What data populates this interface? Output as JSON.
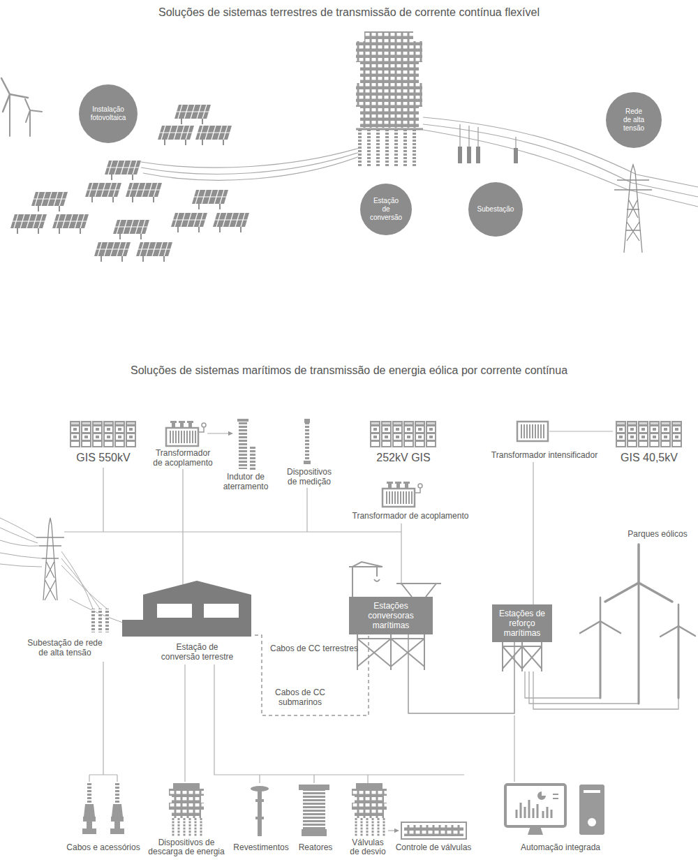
{
  "diagram": {
    "title": "Soluções de sistemas terrestres de transmissão de corrente contínua flexível",
    "nodes": [
      {
        "text": [
          "Instalação fotovoltaica"
        ]
      },
      {
        "text": [
          "Estação de conversão"
        ]
      },
      {
        "text": [
          "Subestação"
        ]
      },
      {
        "text": [
          "Rede de alta tensão"
        ]
      },
      {
        "text": [
          "Estação de conversão terrestre"
        ]
      },
      {
        "text": [
          "Estações conversoras marítimas"
        ]
      },
      {
        "text": [
          "Estações de reforço marítimas"
        ]
      }
    ],
    "edges": [
      {
        "from": 4,
        "to": 5,
        "label": "Cabos de CC submarinos",
        "arrow": "none"
      },
      {
        "from": 5,
        "to": 6,
        "arrow": "none"
      }
    ],
    "labels": [
      "Soluções de sistemas marítimos de transmissão de energia eólica por corrente contínua",
      "GIS 550kV",
      "Transformador de acoplamento",
      "Indutor de aterramento",
      "Dispositivos de medição",
      "252kV GIS",
      "Transformador de acoplamento",
      "Transformador intensificador",
      "GIS 40,5kV",
      "Parques eólicos",
      "Subestação de rede de alta tensão",
      "Cabos de CC terrestres",
      "Cabos e acessórios",
      "Dispositivos de descarga de energia",
      "Revestimentos",
      "Reatores",
      "Válvulas de desvio",
      "Controle de válvulas",
      "Automação integrada"
    ]
  }
}
